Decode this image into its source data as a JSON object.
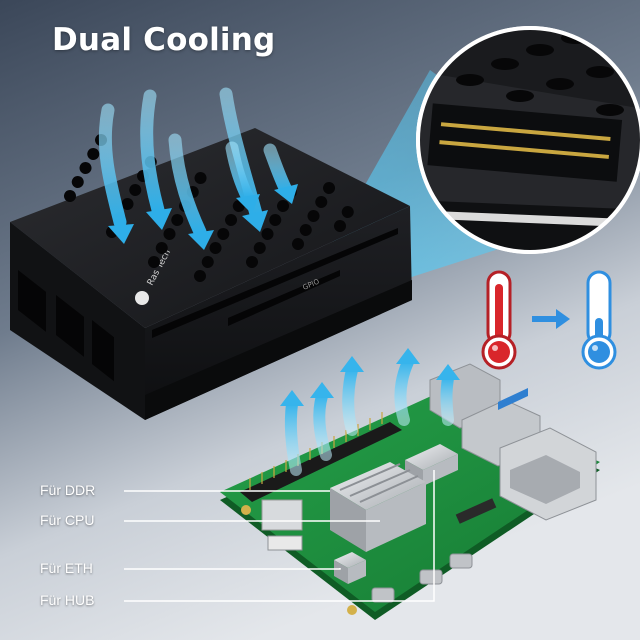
{
  "headline": "Dual Cooling",
  "case": {
    "logo_text": "Ras Tech",
    "gpio_label": "GPIO"
  },
  "callouts": [
    {
      "label": "Für DDR"
    },
    {
      "label": "Für CPU"
    },
    {
      "label": "Für ETH"
    },
    {
      "label": "Für HUB"
    }
  ],
  "colors": {
    "background_top": "#3d4a5c",
    "background_bottom": "#dde2e8",
    "airflow_blue": "#37b6ec",
    "thermometer_hot": "#d9262b",
    "thermometer_cold": "#2f8fe0",
    "case_black": "#1a1b1e",
    "pcb_green": "#1f8a3c",
    "heatsink_silver": "#c9ccd0"
  },
  "icons": [
    "thermometer-hot-icon",
    "arrow-right-icon",
    "thermometer-cold-icon"
  ]
}
